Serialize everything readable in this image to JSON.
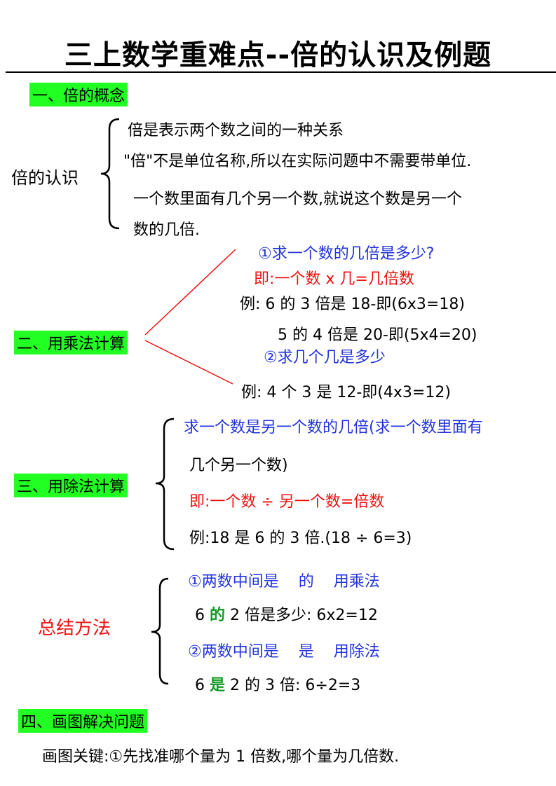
{
  "title": "三上数学重难点--倍的认识及例题",
  "section1": {
    "heading": "一、倍的概念",
    "label": "倍的认识",
    "lines": [
      "倍是表示两个数之间的一种关系",
      "\"倍\"不是单位名称,所以在实际问题中不需要带单位.",
      "一个数里面有几个另一个数,就说这个数是另一个",
      "数的几倍."
    ]
  },
  "section2": {
    "heading": "二、用乘法计算",
    "q1": "①求一个数的几倍是多少?",
    "formula": "即:一个数 x 几=几倍数",
    "ex1": "例: 6 的 3 倍是 18-即(6x3=18)",
    "ex2": "5 的 4 倍是 20-即(5x4=20)",
    "q2": "②求几个几是多少",
    "ex3": "例: 4 个 3 是 12-即(4x3=12)"
  },
  "section3": {
    "heading": "三、用除法计算",
    "line1": "求一个数是另一个数的几倍(求一个数里面有",
    "line2": "几个另一个数)",
    "formula": "即:一个数 ÷ 另一个数=倍数",
    "example": "例:18 是 6 的 3 倍.(18 ÷ 6=3)"
  },
  "summary": {
    "label": "总结方法",
    "m1_prefix": "①两数中间是",
    "m1_key": "的",
    "m1_suffix": "用乘法",
    "ex1_pre": "6",
    "ex1_key": "的",
    "ex1_post": "2 倍是多少: 6x2=12",
    "m2_prefix": "②两数中间是",
    "m2_key": "是",
    "m2_suffix": "用除法",
    "ex2_pre": "6",
    "ex2_key": "是",
    "ex2_post": "2 的 3 倍: 6÷2=3"
  },
  "section4": {
    "heading": "四、画图解决问题",
    "line": "画图关键:①先找准哪个量为 1 倍数,哪个量为几倍数."
  },
  "colors": {
    "highlight": "#22ff22",
    "blue": "#2233dd",
    "red": "#ee1111",
    "green": "#119922"
  }
}
